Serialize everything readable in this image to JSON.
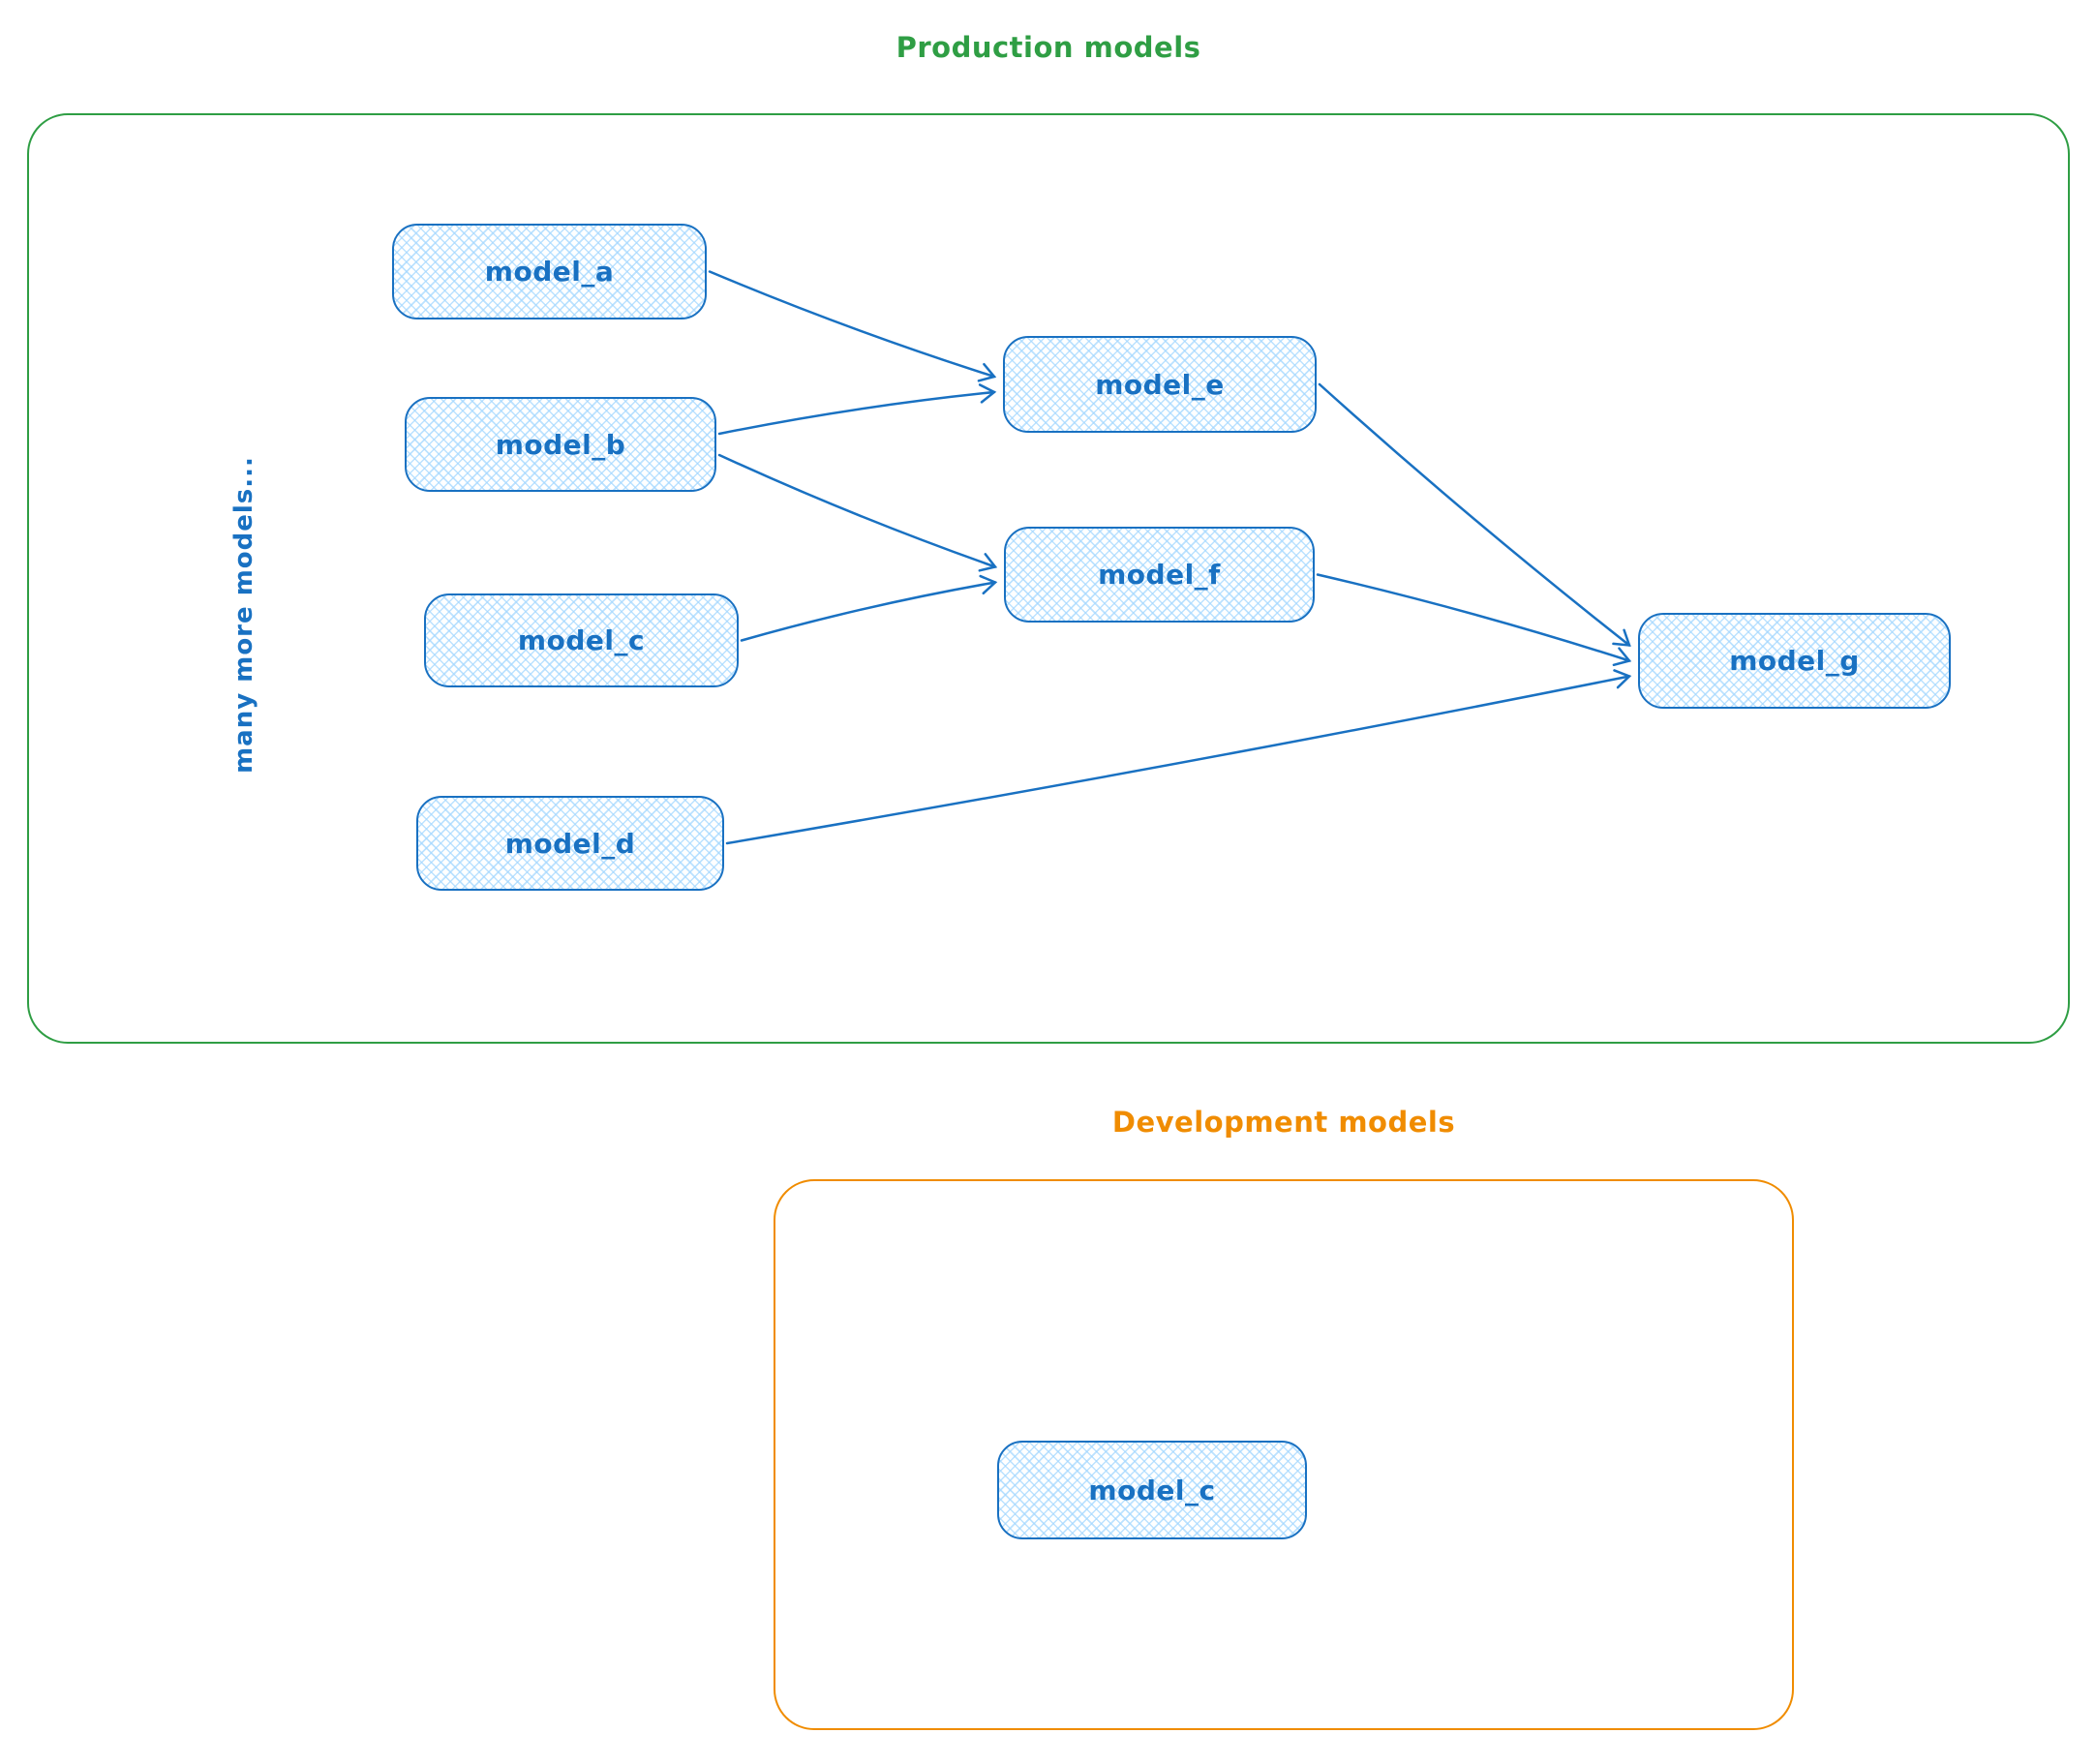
{
  "style": {
    "node_stroke": "#1971c2",
    "node_fill": "#a5d8ff",
    "production_color": "#2f9e44",
    "development_color": "#f08c00",
    "background": "#ffffff"
  },
  "production": {
    "title": "Production models",
    "side_note": "many more models...",
    "nodes": [
      {
        "id": "model_a",
        "label": "model_a"
      },
      {
        "id": "model_b",
        "label": "model_b"
      },
      {
        "id": "model_c",
        "label": "model_c"
      },
      {
        "id": "model_d",
        "label": "model_d"
      },
      {
        "id": "model_e",
        "label": "model_e"
      },
      {
        "id": "model_f",
        "label": "model_f"
      },
      {
        "id": "model_g",
        "label": "model_g"
      }
    ],
    "edges": [
      {
        "from": "model_a",
        "to": "model_e"
      },
      {
        "from": "model_b",
        "to": "model_e"
      },
      {
        "from": "model_b",
        "to": "model_f"
      },
      {
        "from": "model_c",
        "to": "model_f"
      },
      {
        "from": "model_e",
        "to": "model_g"
      },
      {
        "from": "model_f",
        "to": "model_g"
      },
      {
        "from": "model_d",
        "to": "model_g"
      }
    ]
  },
  "development": {
    "title": "Development models",
    "nodes": [
      {
        "id": "dev_model_c",
        "label": "model_c"
      }
    ]
  }
}
